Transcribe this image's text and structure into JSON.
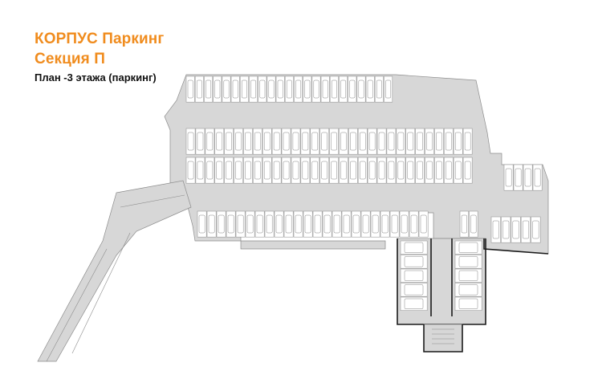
{
  "header": {
    "title_line1": "КОРПУС Паркинг",
    "title_line2": "Секция П",
    "subtitle": "План -3 этажа (паркинг)"
  },
  "colors": {
    "title": "#f08c1e",
    "floor": "#d7d7d7",
    "spot": "#ffffff",
    "outline": "#8c8c8c",
    "wall": "#1a1a1a"
  },
  "plan": {
    "floor_level": -3,
    "rows": [
      {
        "id": "row-top",
        "spots": 23
      },
      {
        "id": "row-middle-upper",
        "spots": 30
      },
      {
        "id": "row-middle-lower",
        "spots": 30
      },
      {
        "id": "row-bottom",
        "spots": 24
      },
      {
        "id": "row-right-upper",
        "spots": 4
      },
      {
        "id": "row-right-lower",
        "spots": 5
      },
      {
        "id": "row-right-small",
        "spots": 2
      },
      {
        "id": "wing-left",
        "spots": 5
      },
      {
        "id": "wing-right",
        "spots": 5
      }
    ]
  }
}
